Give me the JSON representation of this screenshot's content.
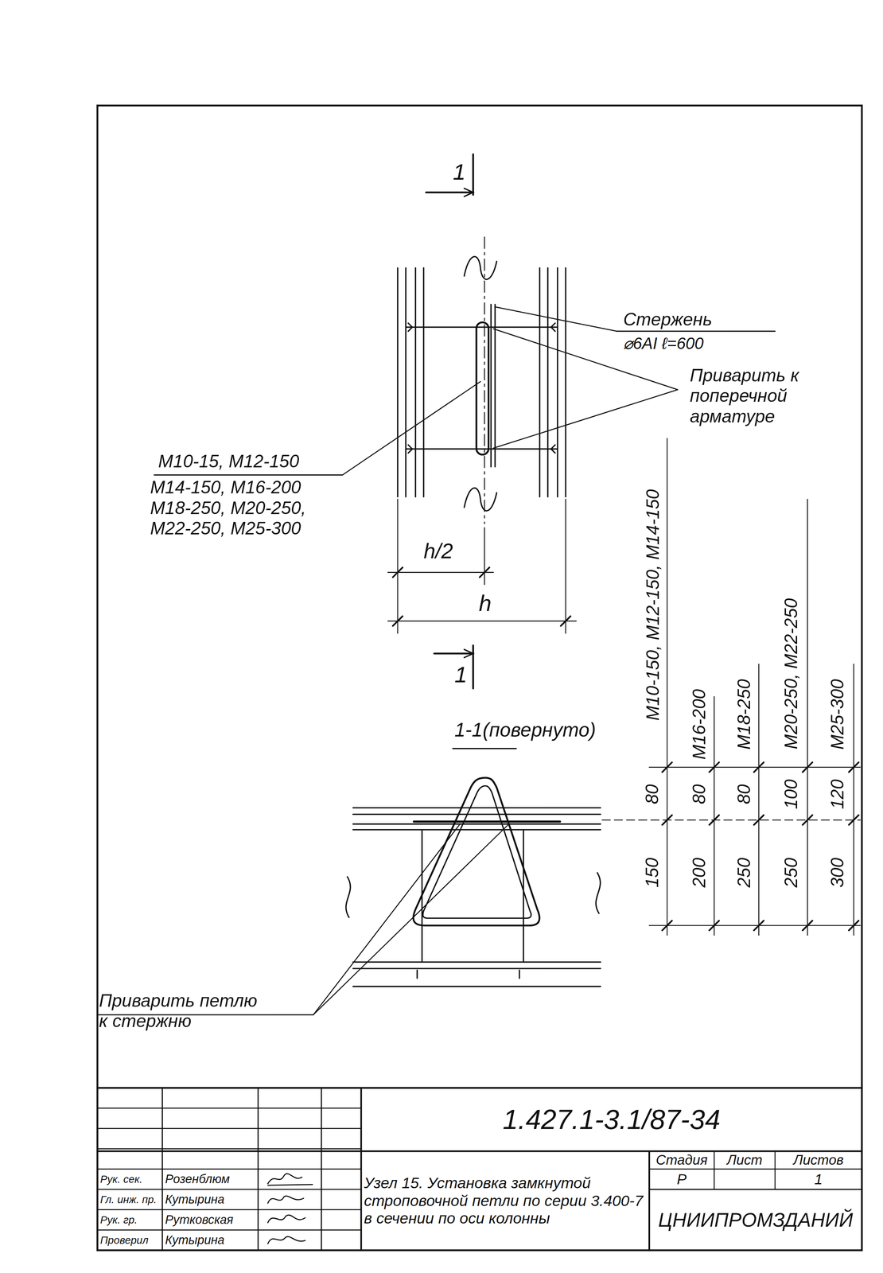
{
  "diagram": {
    "labels": [
      "1",
      "Стержень",
      "⌀6AI ℓ=600",
      "Приварить к поперечной арматуре",
      "М10-15, М12-150",
      "М14-150, М16-200 М18-250, М20-250, М22-250, М25-300",
      "h/2",
      "h",
      "1",
      "1-1(повернуто)",
      "М10-150, М12-150, М14-150",
      "М16-200",
      "М18-250",
      "М20-250, М22-250",
      "М25-300",
      "80",
      "80",
      "80",
      "100",
      "120",
      "150",
      "200",
      "250",
      "250",
      "300",
      "Приварить петлю к стержню",
      "1.427.1-3.1/87-34",
      "Узел 15. Установка замкнутой строповочной петли по серии 3.400-7 в сечении по оси колонны",
      "Стадия",
      "Лист",
      "Листов",
      "Р",
      "1",
      "ЦНИИПРОМЗДАНИЙ",
      "Рук. сек.",
      "Розенблюм",
      "Гл. инж. пр.",
      "Кутырина",
      "Рук. гр.",
      "Рутковская",
      "Проверил",
      "Кутырина"
    ]
  }
}
